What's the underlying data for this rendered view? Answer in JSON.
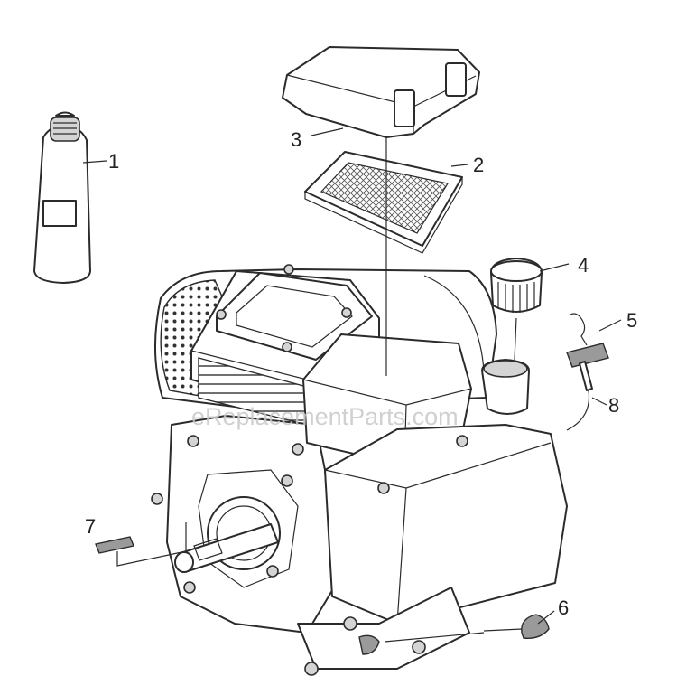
{
  "diagram": {
    "callouts": [
      {
        "id": "1",
        "label": "1",
        "part": "oil-bottle"
      },
      {
        "id": "2",
        "label": "2",
        "part": "air-filter-element"
      },
      {
        "id": "3",
        "label": "3",
        "part": "air-cleaner-cover"
      },
      {
        "id": "4",
        "label": "4",
        "part": "fuel-tank-cap"
      },
      {
        "id": "5",
        "label": "5",
        "part": "spark-plug-cap"
      },
      {
        "id": "6",
        "label": "6",
        "part": "oil-filler-cap-dipstick"
      },
      {
        "id": "7",
        "label": "7",
        "part": "shaft-key"
      },
      {
        "id": "8",
        "label": "8",
        "part": "high-tension-lead"
      }
    ],
    "watermark": "eReplacementParts.com"
  }
}
